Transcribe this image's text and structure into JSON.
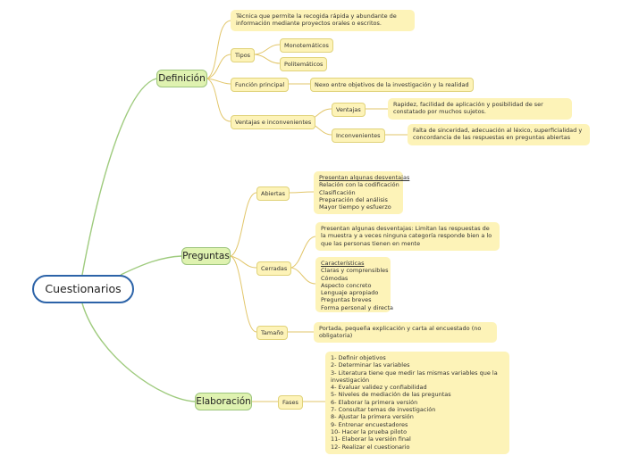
{
  "root": "Cuestionarios",
  "definicion": {
    "label": "Definición",
    "tecnica": "Técnica que permite la recogida rápida y abundante de información mediante proyectos orales o escritos.",
    "tipos": {
      "label": "Tipos",
      "items": [
        "Monotemáticos",
        "Politemáticos"
      ]
    },
    "funcion": {
      "label": "Función principal",
      "nexo": "Nexo entre objetivos de la investigación y la realidad"
    },
    "ventajas_inconvenientes": {
      "label": "Ventajas e inconvenientes",
      "ventajas_label": "Ventajas",
      "ventajas_text": "Rapidez, facilidad de aplicación y posibilidad de ser constatado por muchos sujetos.",
      "inconvenientes_label": "Inconvenientes",
      "inconvenientes_text": "Falta de sinceridad, adecuación al léxico, superficialidad y concordancia de las respuestas en preguntas abiertas"
    }
  },
  "preguntas": {
    "label": "Preguntas",
    "abiertas": {
      "label": "Abiertas",
      "title": "Presentan algunas desventajas",
      "items": [
        "Relación con la codificación",
        "Clasificación",
        "Preparación del análisis",
        "Mayor tiempo y esfuerzo"
      ]
    },
    "cerradas": {
      "label": "Cerradas",
      "desventajas": "Presentan algunas desventajas: Limitan las respuestas de la muestra y a veces ninguna categoría responde bien a lo que las personas tienen en mente",
      "caracteristicas_title": "Características",
      "caracteristicas": [
        "Claras y comprensibles",
        "Cómodas",
        "Aspecto concreto",
        "Lenguaje apropiado",
        "Preguntas breves",
        "Forma personal y directa"
      ]
    },
    "tamano": {
      "label": "Tamaño",
      "text": "Portada, pequeña explicación y carta al encuestado (no obligatoria)"
    }
  },
  "elaboracion": {
    "label": "Elaboración",
    "fases": {
      "label": "Fases",
      "items": [
        "1- Definir objetivos",
        "2- Determinar las variables",
        "3- Literatura tiene que medir las mismas variables que la investigación",
        "4- Evaluar validez y confiabilidad",
        "5- Niveles de mediación de las preguntas",
        "6- Elaborar la primera versión",
        "7- Consultar temas de investigación",
        "8- Ajustar la primera versión",
        "9- Entrenar encuestadores",
        "10- Hacer la prueba piloto",
        "11- Elaborar la versión final",
        "12- Realizar el cuestionario"
      ]
    }
  }
}
